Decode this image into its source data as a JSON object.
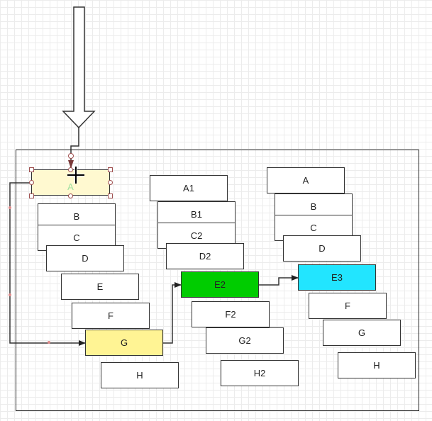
{
  "diagram": {
    "nodes": [
      {
        "id": "A",
        "label": "A",
        "fill": "#fff9d0",
        "selected": true
      },
      {
        "id": "B",
        "label": "B",
        "fill": "#ffffff"
      },
      {
        "id": "C",
        "label": "C",
        "fill": "#ffffff"
      },
      {
        "id": "D",
        "label": "D",
        "fill": "#ffffff"
      },
      {
        "id": "E",
        "label": "E",
        "fill": "#ffffff"
      },
      {
        "id": "F",
        "label": "F",
        "fill": "#ffffff"
      },
      {
        "id": "G",
        "label": "G",
        "fill": "#fff494"
      },
      {
        "id": "H",
        "label": "H",
        "fill": "#ffffff"
      },
      {
        "id": "A1",
        "label": "A1",
        "fill": "#ffffff"
      },
      {
        "id": "B1",
        "label": "B1",
        "fill": "#ffffff"
      },
      {
        "id": "C2",
        "label": "C2",
        "fill": "#ffffff"
      },
      {
        "id": "D2",
        "label": "D2",
        "fill": "#ffffff"
      },
      {
        "id": "E2",
        "label": "E2",
        "fill": "#00cc00"
      },
      {
        "id": "F2",
        "label": "F2",
        "fill": "#ffffff"
      },
      {
        "id": "G2",
        "label": "G2",
        "fill": "#ffffff"
      },
      {
        "id": "H2",
        "label": "H2",
        "fill": "#ffffff"
      },
      {
        "id": "A3",
        "label": "A",
        "fill": "#ffffff"
      },
      {
        "id": "B3",
        "label": "B",
        "fill": "#ffffff"
      },
      {
        "id": "C3",
        "label": "C",
        "fill": "#ffffff"
      },
      {
        "id": "D3",
        "label": "D",
        "fill": "#ffffff"
      },
      {
        "id": "E3",
        "label": "E3",
        "fill": "#22e5ff"
      },
      {
        "id": "F3",
        "label": "F",
        "fill": "#ffffff"
      },
      {
        "id": "G3",
        "label": "G",
        "fill": "#ffffff"
      },
      {
        "id": "H3",
        "label": "H",
        "fill": "#ffffff"
      }
    ],
    "edges": [
      {
        "from": "A",
        "to": "G"
      },
      {
        "from": "G",
        "to": "E2"
      },
      {
        "from": "E2",
        "to": "E3"
      }
    ],
    "colors": {
      "stroke": "#333333",
      "handle": "#a05050",
      "guide": "#e08a8a",
      "grid": "#ececec"
    },
    "icons": {
      "big_arrow": "down-arrow-icon",
      "cursor": "move-cursor-icon"
    }
  }
}
